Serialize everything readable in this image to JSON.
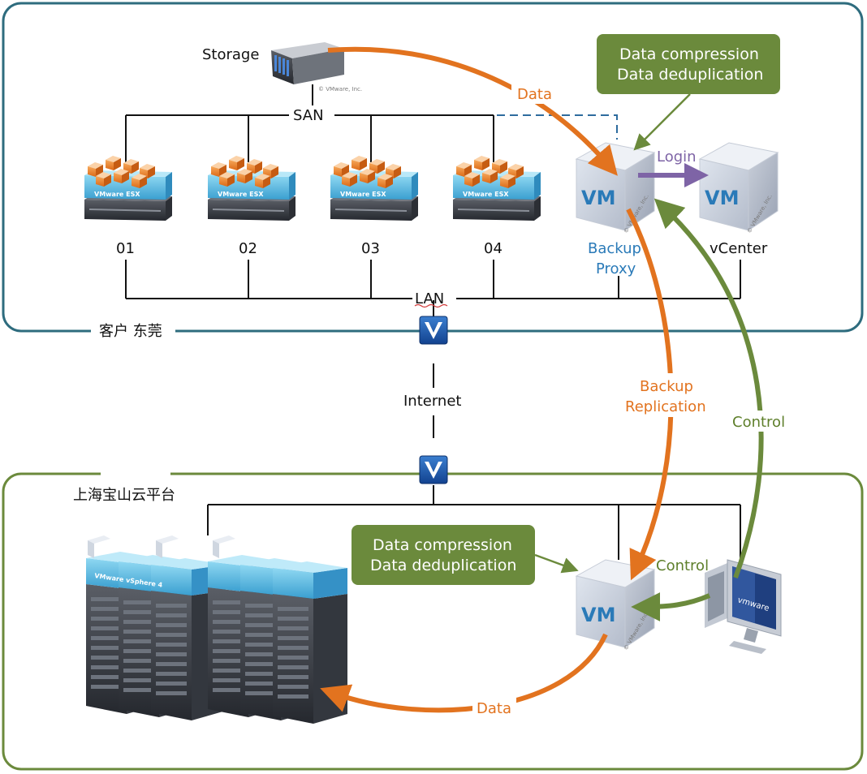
{
  "sites": {
    "customer": {
      "label": "客户 东莞"
    },
    "cloud": {
      "label": "上海宝山云平台"
    }
  },
  "nodes": {
    "storage": "Storage",
    "san": "SAN",
    "lan": "LAN",
    "internet": "Internet",
    "hosts": [
      "01",
      "02",
      "03",
      "04"
    ],
    "backup_proxy_line1": "Backup",
    "backup_proxy_line2": "Proxy",
    "vcenter": "vCenter",
    "vm_badge": "VM",
    "host_badge": "VMware ESX",
    "rack_badge": "VMware vSphere 4",
    "workstation_badge": "vmware",
    "copyright": "© VMware, Inc."
  },
  "callouts": {
    "top": {
      "line1": "Data compression",
      "line2": "Data deduplication"
    },
    "bottom": {
      "line1": "Data compression",
      "line2": "Data deduplication"
    }
  },
  "flows": {
    "data_top": "Data",
    "login": "Login",
    "backup_replication_line1": "Backup",
    "backup_replication_line2": "Replication",
    "control_right": "Control",
    "control_bottom": "Control",
    "data_bottom": "Data"
  },
  "colors": {
    "customer_border": "#2e6c7e",
    "cloud_border": "#6b8a3c",
    "callout_fill": "#6b8a3c",
    "data_arrow": "#e2731f",
    "control_arrow": "#6b8a3c",
    "login_arrow": "#7e64a6",
    "label_blue": "#2a7ab8"
  }
}
